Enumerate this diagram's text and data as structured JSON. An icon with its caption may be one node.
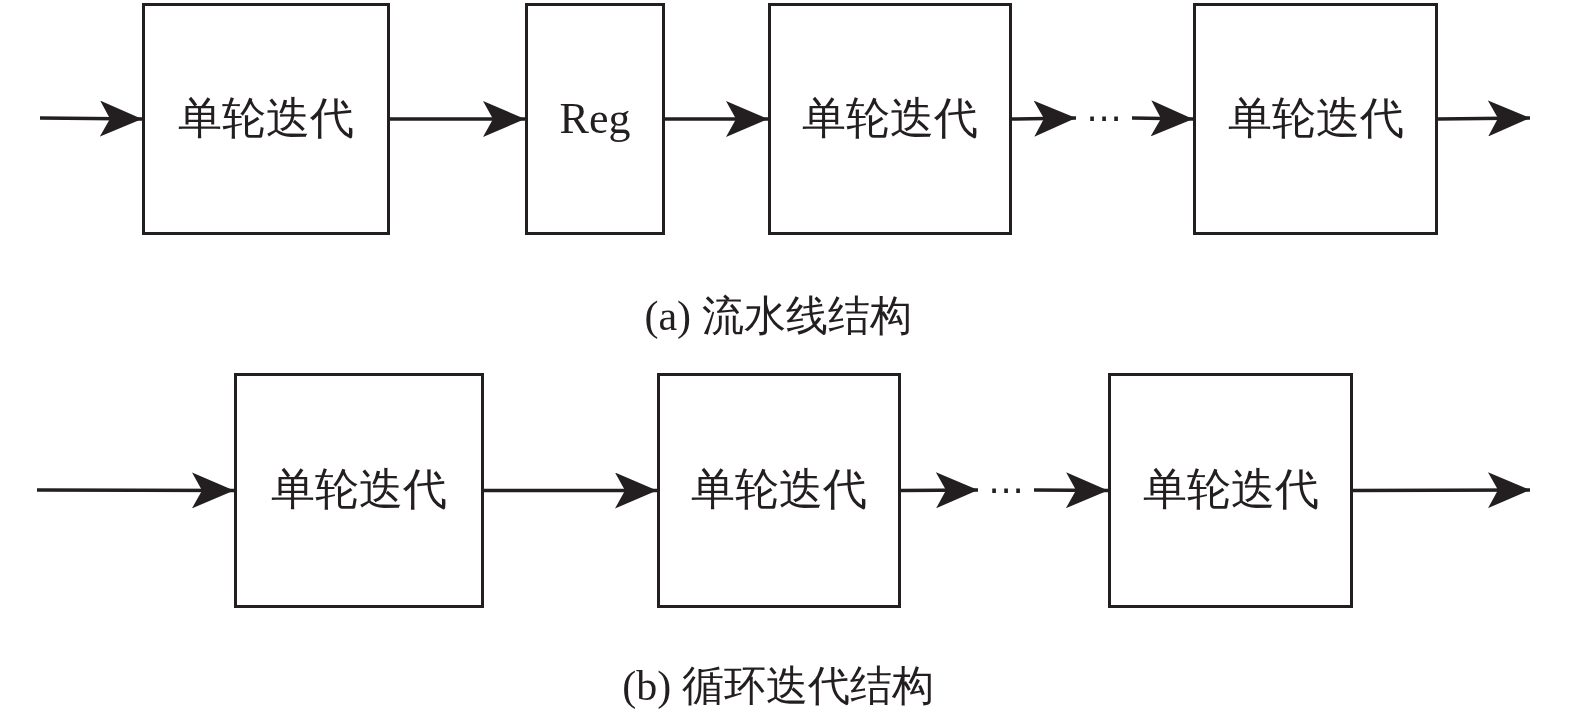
{
  "diagram": {
    "nodes": [
      {
        "text": [
          "单轮迭代"
        ]
      },
      {
        "text": [
          "Reg"
        ]
      },
      {
        "text": [
          "单轮迭代"
        ]
      },
      {
        "text": [
          "⋯"
        ]
      },
      {
        "text": [
          "单轮迭代"
        ]
      },
      {
        "text": [
          "单轮迭代"
        ]
      },
      {
        "text": [
          "单轮迭代"
        ]
      },
      {
        "text": [
          "⋯"
        ]
      },
      {
        "text": [
          "单轮迭代"
        ]
      }
    ],
    "edges": [
      {
        "from": null,
        "to": 0,
        "arrow": "to"
      },
      {
        "from": 0,
        "to": 1,
        "arrow": "to"
      },
      {
        "from": 1,
        "to": 2,
        "arrow": "to"
      },
      {
        "from": 2,
        "to": 3,
        "arrow": "to"
      },
      {
        "from": 3,
        "to": 4,
        "arrow": "to"
      },
      {
        "from": 4,
        "to": null,
        "arrow": "to"
      },
      {
        "from": null,
        "to": 5,
        "arrow": "to"
      },
      {
        "from": 5,
        "to": 6,
        "arrow": "to"
      },
      {
        "from": 6,
        "to": 7,
        "arrow": "to"
      },
      {
        "from": 7,
        "to": 8,
        "arrow": "to"
      },
      {
        "from": 8,
        "to": null,
        "arrow": "to"
      }
    ],
    "labels": [
      "(a) 流水线结构",
      "(b) 循环迭代结构"
    ]
  }
}
